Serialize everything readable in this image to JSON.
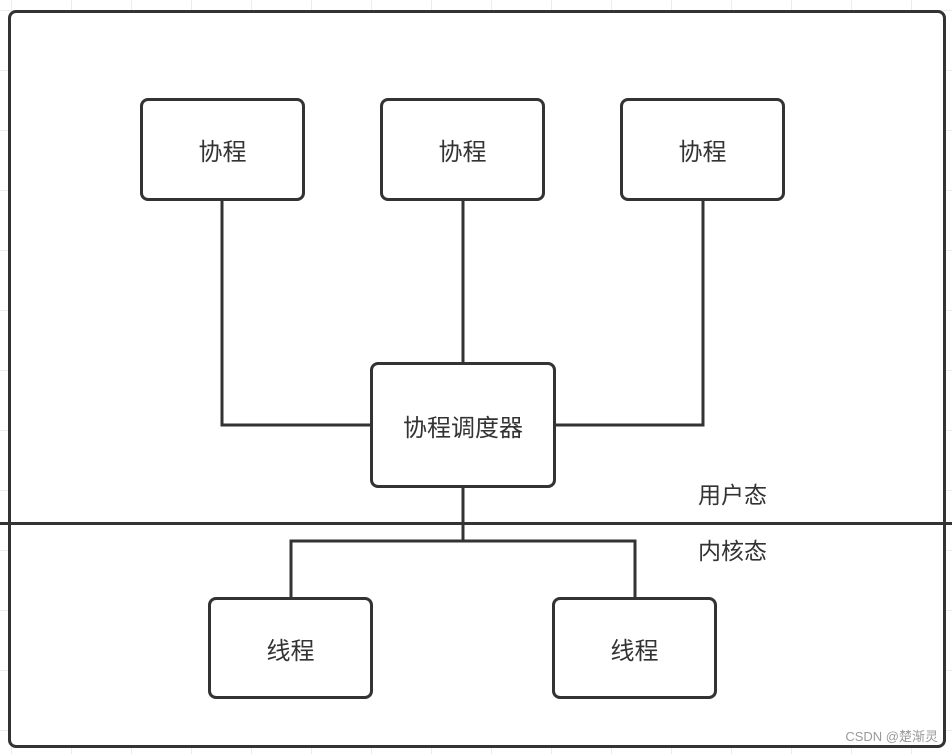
{
  "diagram": {
    "coroutines": [
      {
        "label": "协程"
      },
      {
        "label": "协程"
      },
      {
        "label": "协程"
      }
    ],
    "scheduler": {
      "label": "协程调度器"
    },
    "threads": [
      {
        "label": "线程"
      },
      {
        "label": "线程"
      }
    ],
    "zones": {
      "user_mode": "用户态",
      "kernel_mode": "内核态"
    },
    "colors": {
      "stroke": "#333333",
      "background": "#ffffff",
      "grid": "#ececec"
    }
  },
  "watermark": "CSDN @楚渐灵"
}
